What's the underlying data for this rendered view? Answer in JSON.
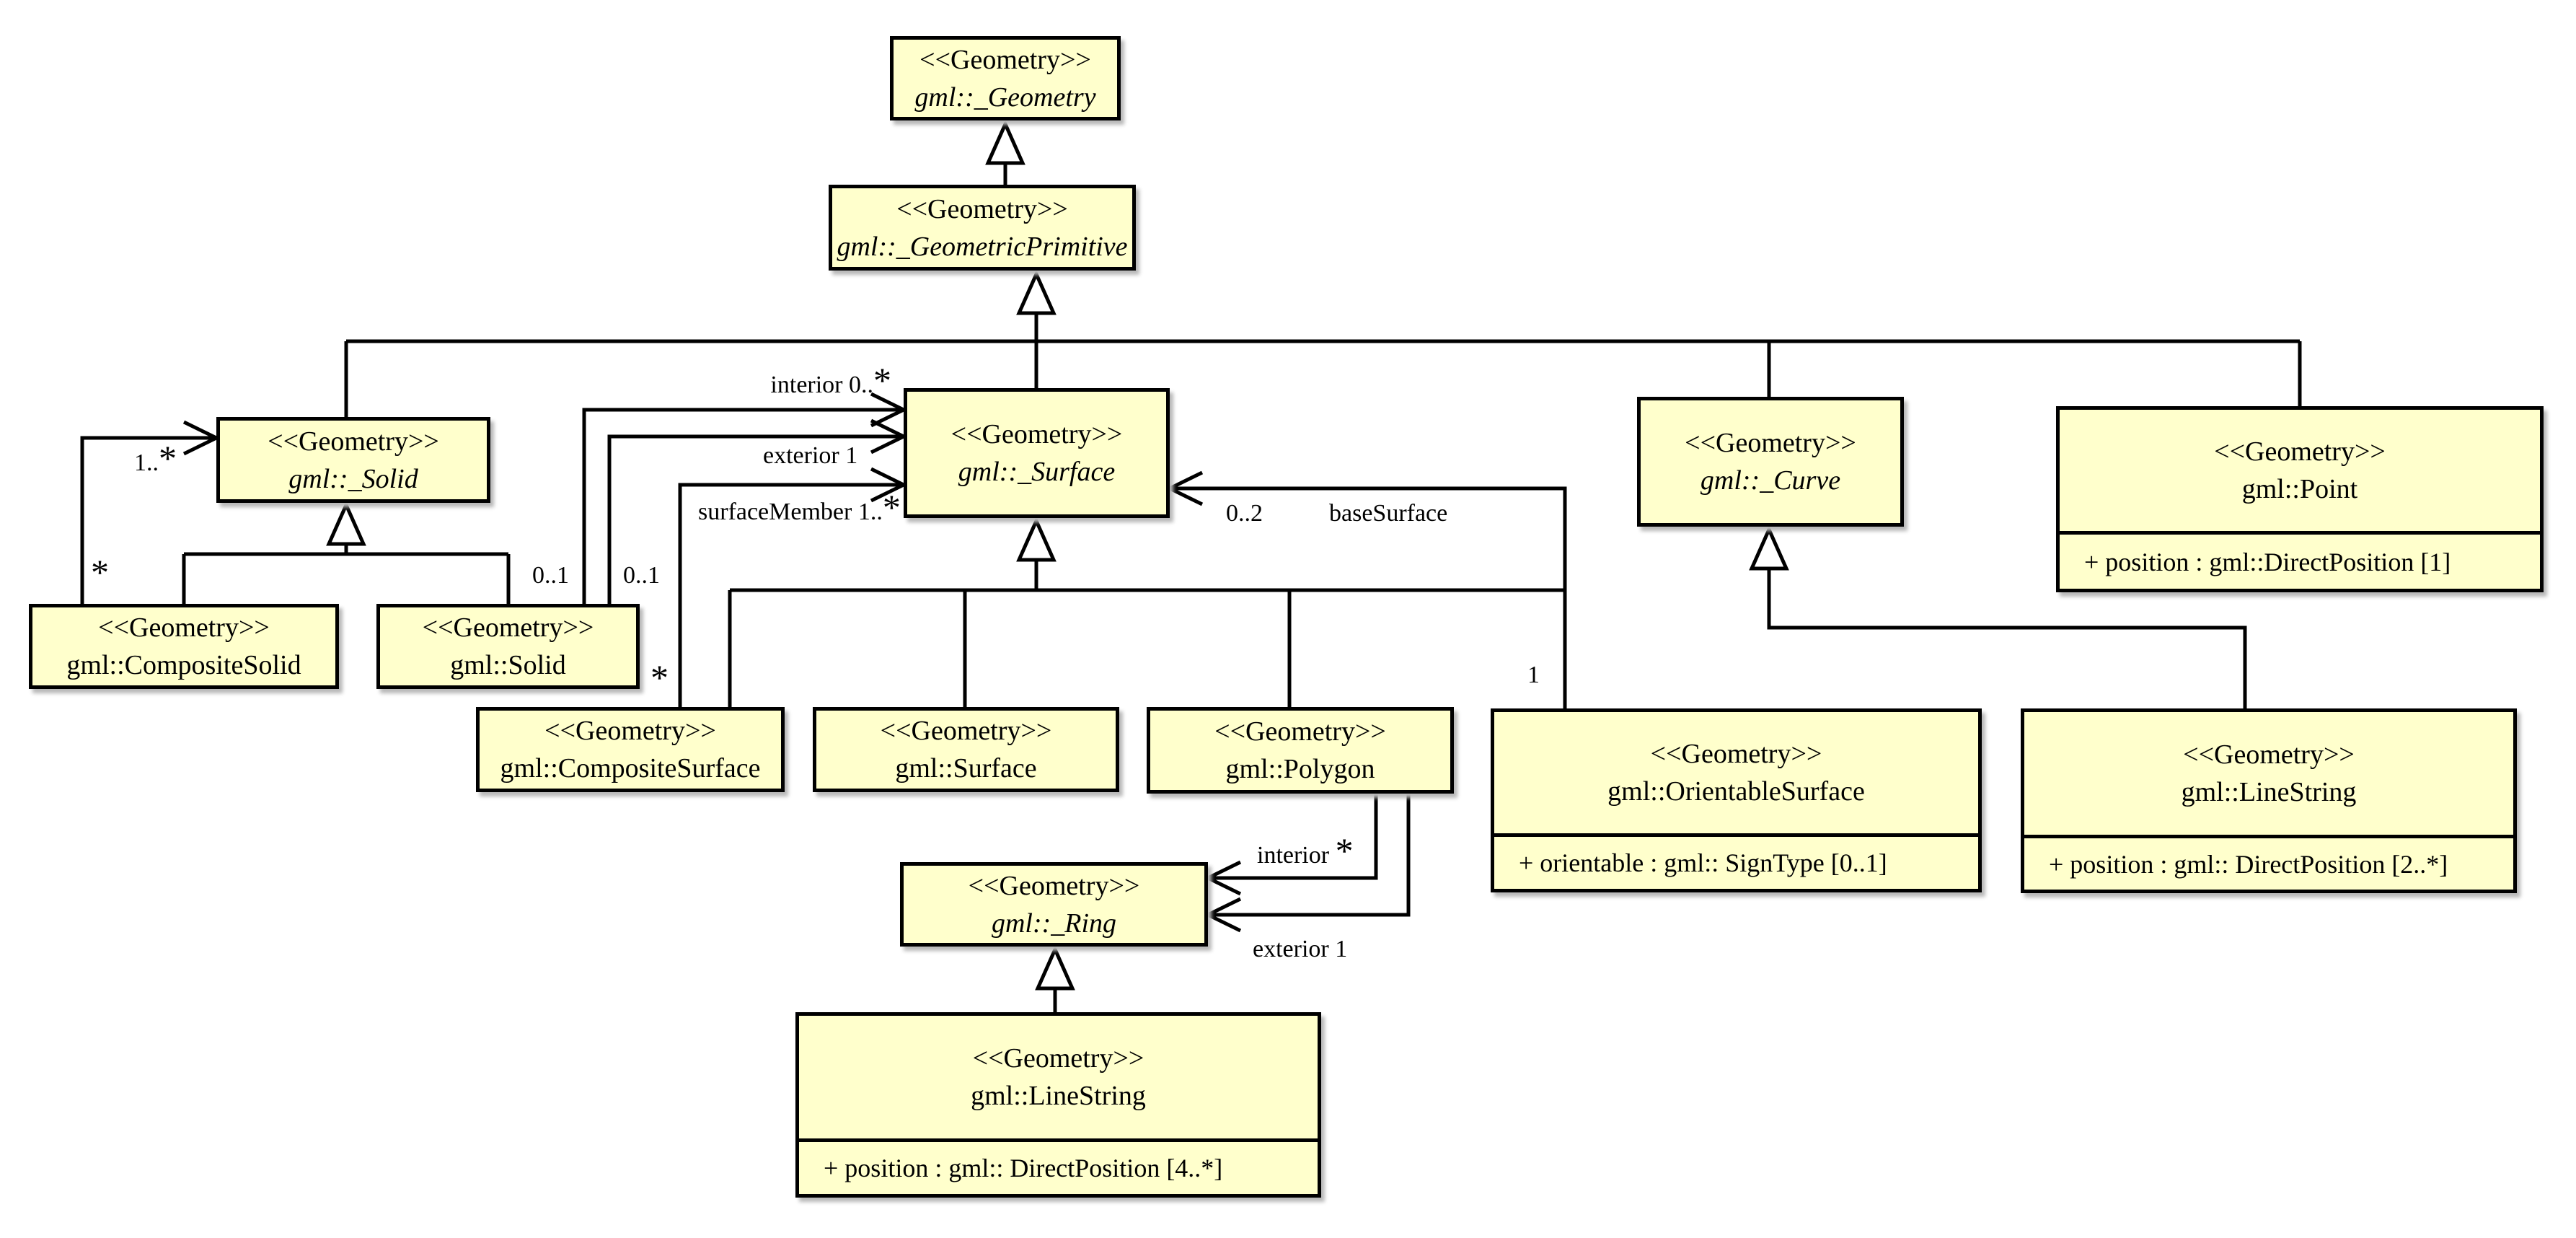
{
  "diagram": {
    "box_fill": "#FFFFCC",
    "box_border": "#000000",
    "background": "#FFFFFF"
  },
  "classes": {
    "geometry": {
      "stereotype": "<<Geometry>>",
      "name": "gml::_Geometry"
    },
    "geometricPrimitive": {
      "stereotype": "<<Geometry>>",
      "name": "gml::_GeometricPrimitive"
    },
    "solidAbstract": {
      "stereotype": "<<Geometry>>",
      "name": "gml::_Solid"
    },
    "compositeSolid": {
      "stereotype": "<<Geometry>>",
      "name": "gml::CompositeSolid"
    },
    "solid": {
      "stereotype": "<<Geometry>>",
      "name": "gml::Solid"
    },
    "surfaceAbstract": {
      "stereotype": "<<Geometry>>",
      "name": "gml::_Surface"
    },
    "compositeSurface": {
      "stereotype": "<<Geometry>>",
      "name": "gml::CompositeSurface"
    },
    "surface": {
      "stereotype": "<<Geometry>>",
      "name": "gml::Surface"
    },
    "polygon": {
      "stereotype": "<<Geometry>>",
      "name": "gml::Polygon"
    },
    "orientableSurface": {
      "stereotype": "<<Geometry>>",
      "name": "gml::OrientableSurface",
      "attribute": "+ orientable : gml:: SignType [0..1]"
    },
    "curveAbstract": {
      "stereotype": "<<Geometry>>",
      "name": "gml::_Curve"
    },
    "point": {
      "stereotype": "<<Geometry>>",
      "name": "gml::Point",
      "attribute": "+ position : gml::DirectPosition [1]"
    },
    "lineString": {
      "stereotype": "<<Geometry>>",
      "name": "gml::LineString",
      "attribute": "+ position : gml:: DirectPosition [2..*]"
    },
    "ringAbstract": {
      "stereotype": "<<Geometry>>",
      "name": "gml::_Ring"
    },
    "lineStringRing": {
      "stereotype": "<<Geometry>>",
      "name": "gml::LineString",
      "attribute": "+ position : gml:: DirectPosition [4..*]"
    }
  },
  "labels": {
    "compositeSolidEnd": {
      "text": "",
      "star": "*"
    },
    "solidEndMult": {
      "text": "1..",
      "star": "*"
    },
    "solidExterior01": {
      "text": "0..1",
      "star": ""
    },
    "solidInterior01": {
      "text": "0..1",
      "star": ""
    },
    "interiorSurface": {
      "text": "interior 0..",
      "star": "*"
    },
    "exteriorSurface": {
      "text": "exterior  1",
      "star": ""
    },
    "surfaceMember": {
      "text": "surfaceMember  1..",
      "star": "*"
    },
    "compositeSurfaceEnd": {
      "text": "",
      "star": "*"
    },
    "baseSurfaceMult": {
      "text": "0..2",
      "star": ""
    },
    "baseSurfaceName": {
      "text": "baseSurface",
      "star": ""
    },
    "orientableEnd": {
      "text": "1",
      "star": ""
    },
    "ringInterior": {
      "text": "interior ",
      "star": "*"
    },
    "ringExterior": {
      "text": "exterior  1",
      "star": ""
    }
  }
}
